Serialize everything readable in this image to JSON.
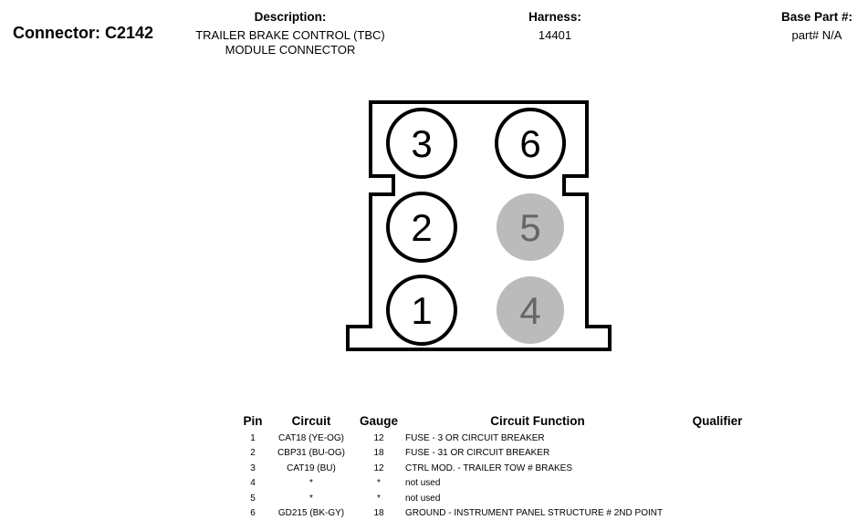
{
  "connector": {
    "label": "Connector: C2142"
  },
  "description": {
    "label": "Description:",
    "line1": "TRAILER BRAKE CONTROL (TBC)",
    "line2": "MODULE CONNECTOR"
  },
  "harness": {
    "label": "Harness:",
    "value": "14401"
  },
  "base_part": {
    "label": "Base Part #:",
    "value": "part# N/A"
  },
  "diagram": {
    "pins": [
      {
        "number": "3",
        "status": "used"
      },
      {
        "number": "6",
        "status": "used"
      },
      {
        "number": "2",
        "status": "used"
      },
      {
        "number": "5",
        "status": "not used"
      },
      {
        "number": "1",
        "status": "used"
      },
      {
        "number": "4",
        "status": "not used"
      }
    ],
    "colors": {
      "used_fill": "#ffffff",
      "unused_fill": "#bbbbbb",
      "unused_text": "#666666",
      "outline": "#000000"
    }
  },
  "table": {
    "headers": {
      "pin": "Pin",
      "circuit": "Circuit",
      "gauge": "Gauge",
      "function": "Circuit Function",
      "qualifier": "Qualifier"
    },
    "rows": [
      {
        "pin": "1",
        "circuit": "CAT18 (YE-OG)",
        "gauge": "12",
        "function": "FUSE - 3 OR CIRCUIT BREAKER",
        "qualifier": ""
      },
      {
        "pin": "2",
        "circuit": "CBP31 (BU-OG)",
        "gauge": "18",
        "function": "FUSE - 31 OR CIRCUIT BREAKER",
        "qualifier": ""
      },
      {
        "pin": "3",
        "circuit": "CAT19 (BU)",
        "gauge": "12",
        "function": "CTRL MOD. - TRAILER TOW # BRAKES",
        "qualifier": ""
      },
      {
        "pin": "4",
        "circuit": "*",
        "gauge": "*",
        "function": "not used",
        "qualifier": ""
      },
      {
        "pin": "5",
        "circuit": "*",
        "gauge": "*",
        "function": "not used",
        "qualifier": ""
      },
      {
        "pin": "6",
        "circuit": "GD215 (BK-GY)",
        "gauge": "18",
        "function": "GROUND - INSTRUMENT PANEL STRUCTURE # 2ND POINT",
        "qualifier": ""
      }
    ]
  }
}
